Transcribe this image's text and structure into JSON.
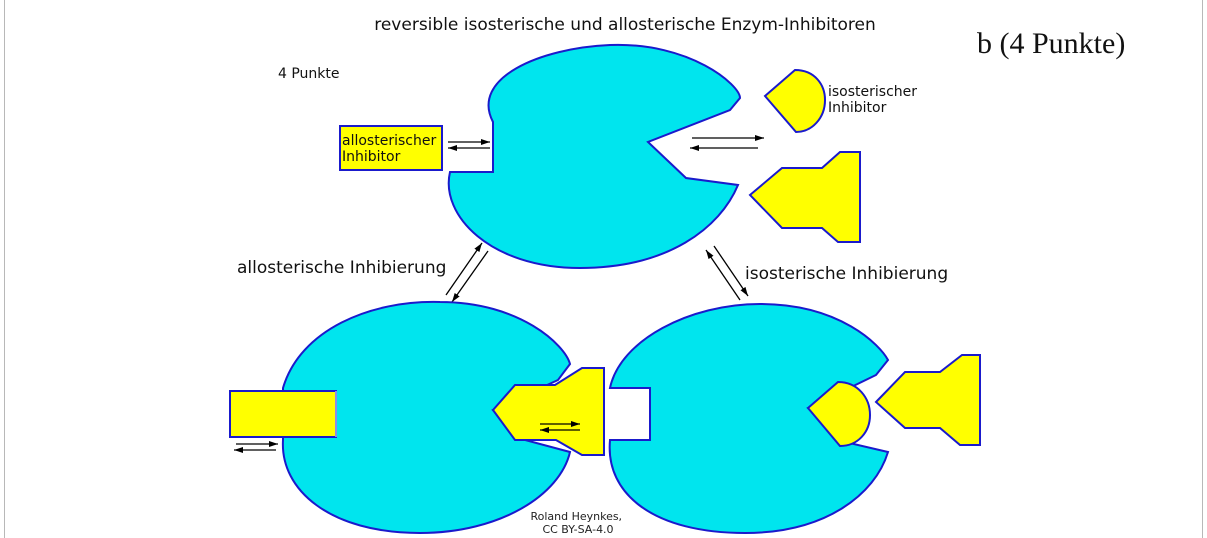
{
  "title": "reversible isosterische und allosterische Enzym-Inhibitoren",
  "task_label": "b (4 Punkte)",
  "points_note": "4 Punkte",
  "labels": {
    "allosteric_inhibitor": [
      "allosterischer",
      "Inhibitor"
    ],
    "isosteric_inhibitor": [
      "isosterischer",
      "Inhibitor"
    ],
    "allosteric_inhibition": "allosterische Inhibierung",
    "isosteric_inhibition": "isosterische Inhibierung"
  },
  "credit": [
    "Roland Heynkes,",
    "CC BY-SA-4.0"
  ],
  "colors": {
    "enzyme_fill": "#00e5ee",
    "inhibitor_fill": "#ffff00",
    "outline": "#1a1acc",
    "arrow": "#000000"
  }
}
